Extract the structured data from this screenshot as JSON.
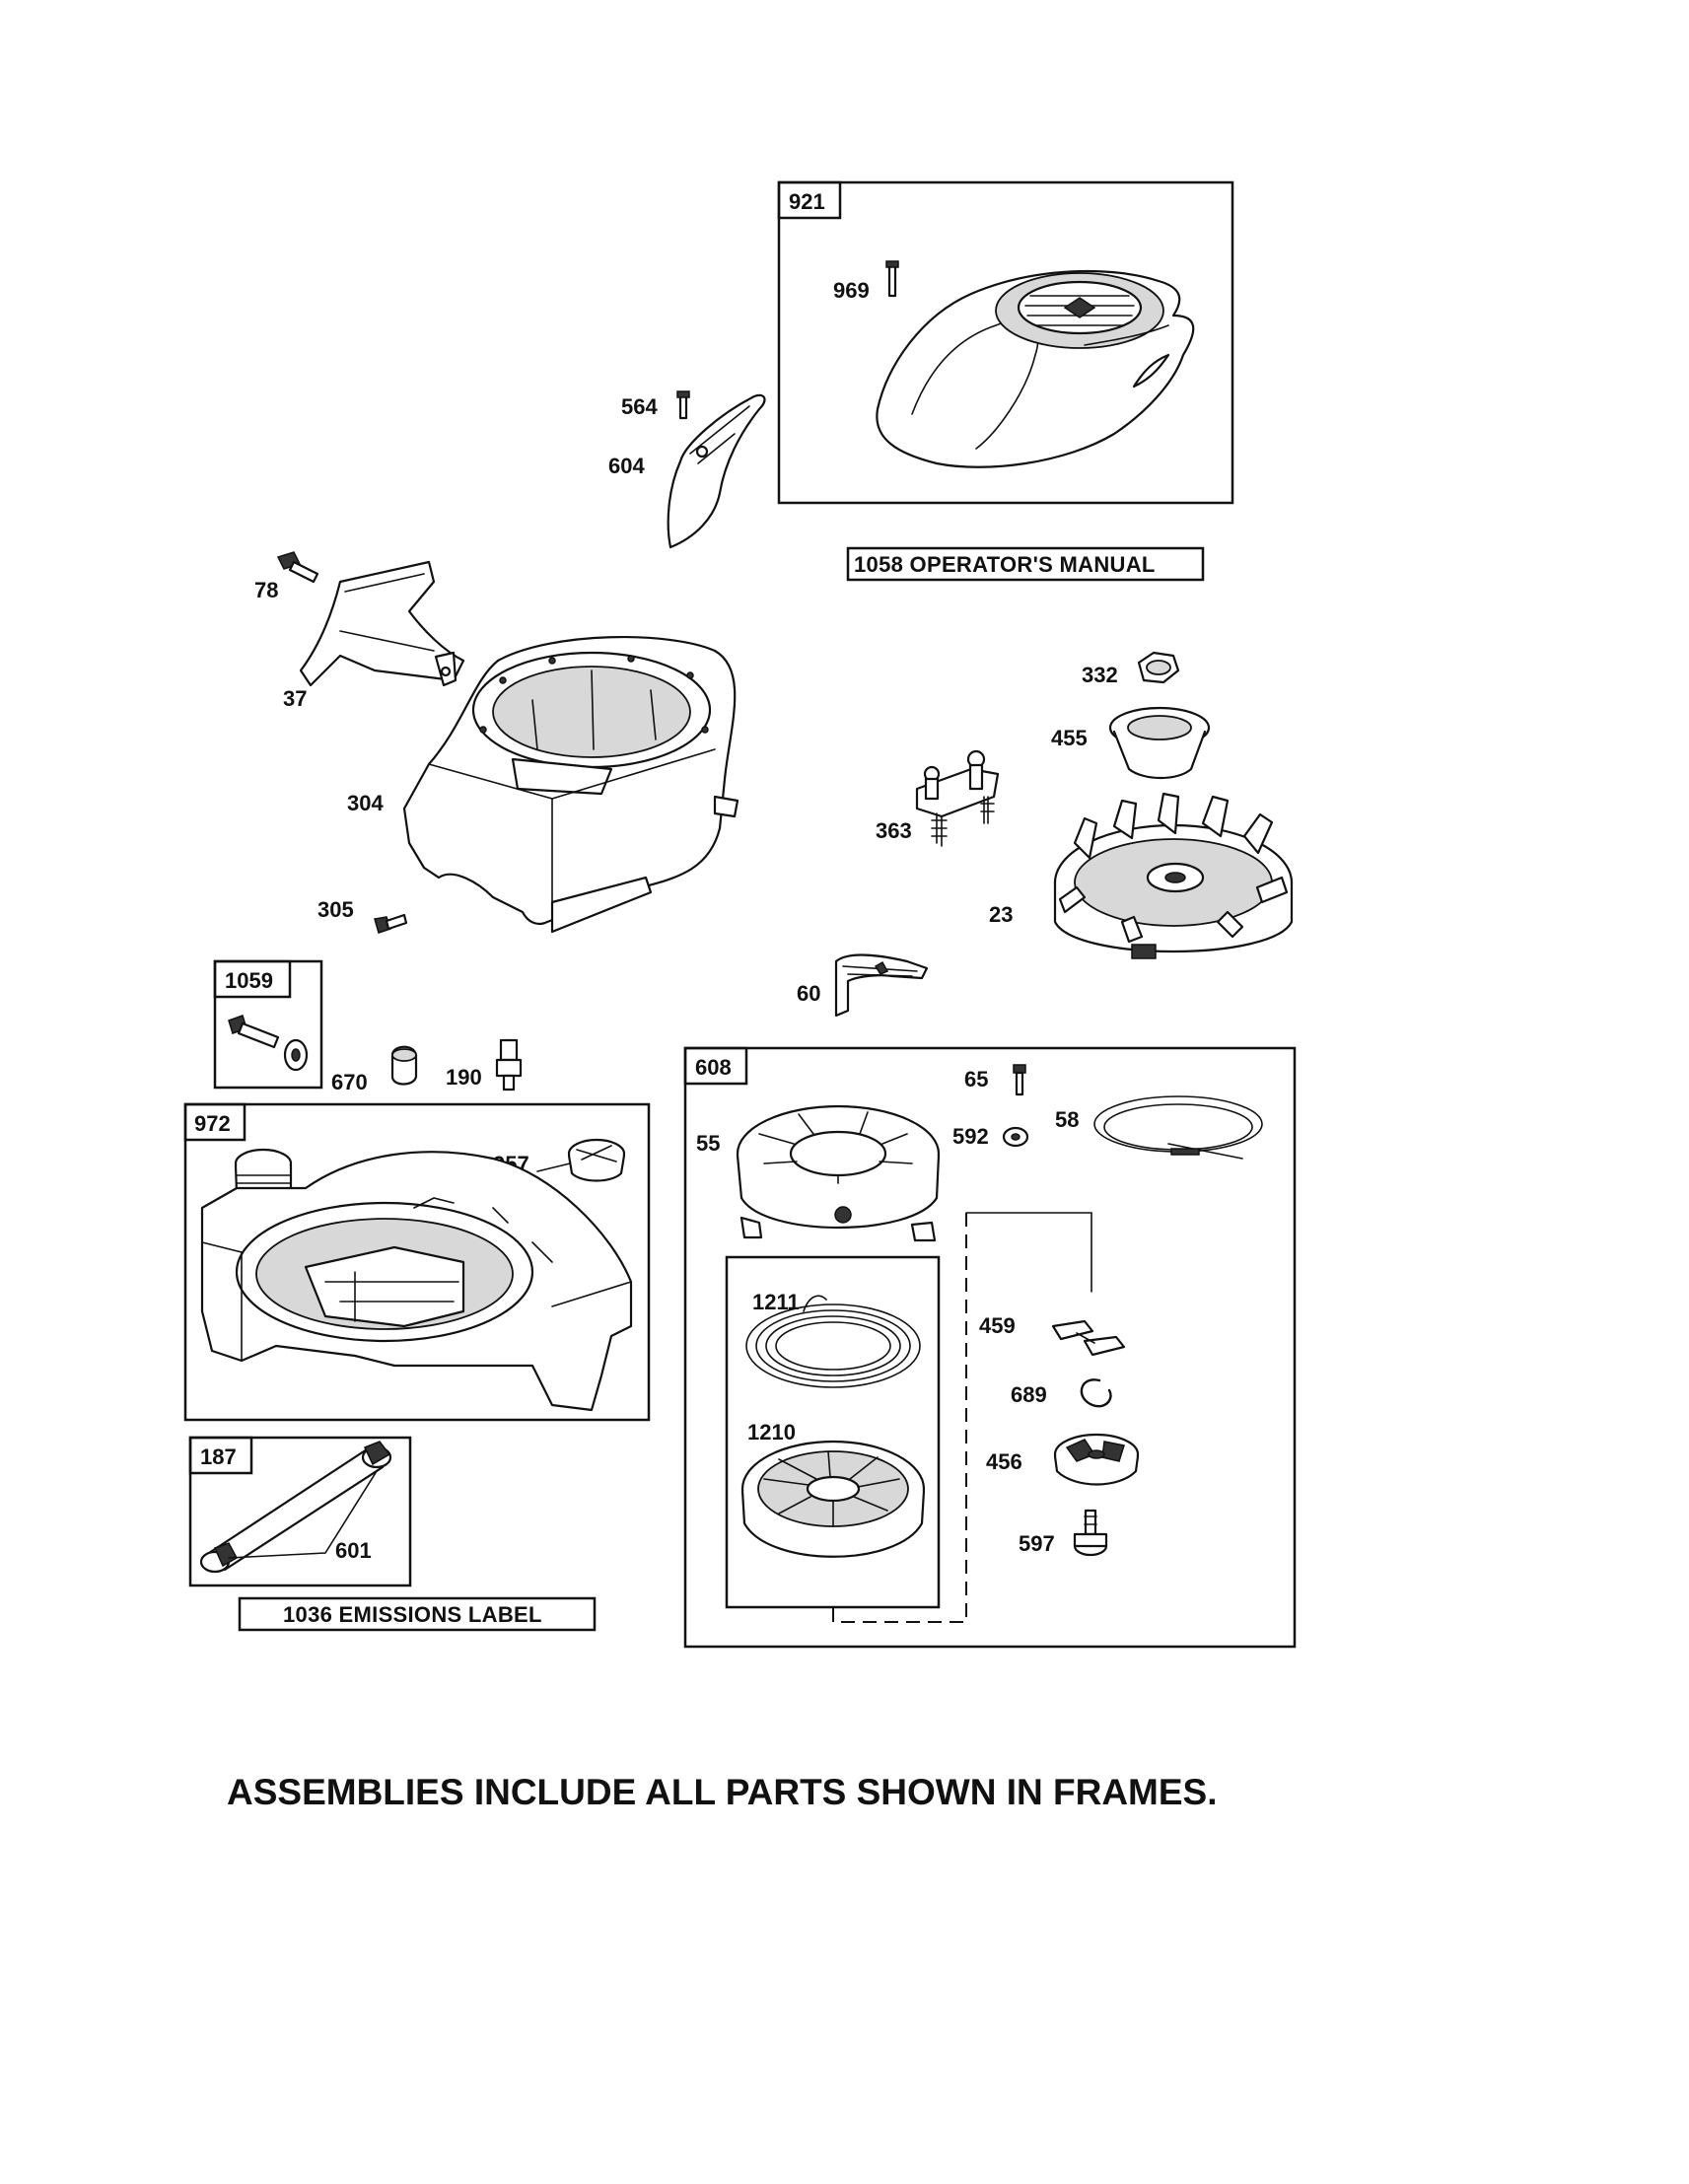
{
  "parts": {
    "p921": "921",
    "p969": "969",
    "p564": "564",
    "p604": "604",
    "p78": "78",
    "p37": "37",
    "p304": "304",
    "p305": "305",
    "p332": "332",
    "p455": "455",
    "p363": "363",
    "p23": "23",
    "p60": "60",
    "p1059": "1059",
    "p670": "670",
    "p190": "190",
    "p972": "972",
    "p957": "957",
    "p187": "187",
    "p601": "601",
    "p608": "608",
    "p65": "65",
    "p592": "592",
    "p58": "58",
    "p55": "55",
    "p1211": "1211",
    "p1210": "1210",
    "p459": "459",
    "p689": "689",
    "p456": "456",
    "p597": "597"
  },
  "notes": {
    "manual": "1058 OPERATOR'S MANUAL",
    "emissions": "1036 EMISSIONS LABEL"
  },
  "footer": "ASSEMBLIES INCLUDE ALL PARTS SHOWN IN FRAMES."
}
